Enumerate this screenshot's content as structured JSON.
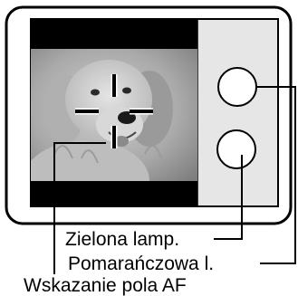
{
  "labels": {
    "green_lamp": "Zielona lamp.",
    "orange_lamp": "Pomarańczowa l.",
    "af_indicator": "Wskazanie pola AF"
  },
  "viewfinder": {
    "scene": "golden retriever photo in grayscale",
    "af_mark": "crosshair"
  },
  "colors": {
    "frame": "#000000",
    "panel": "#e6e6e6",
    "background": "#ffffff"
  }
}
